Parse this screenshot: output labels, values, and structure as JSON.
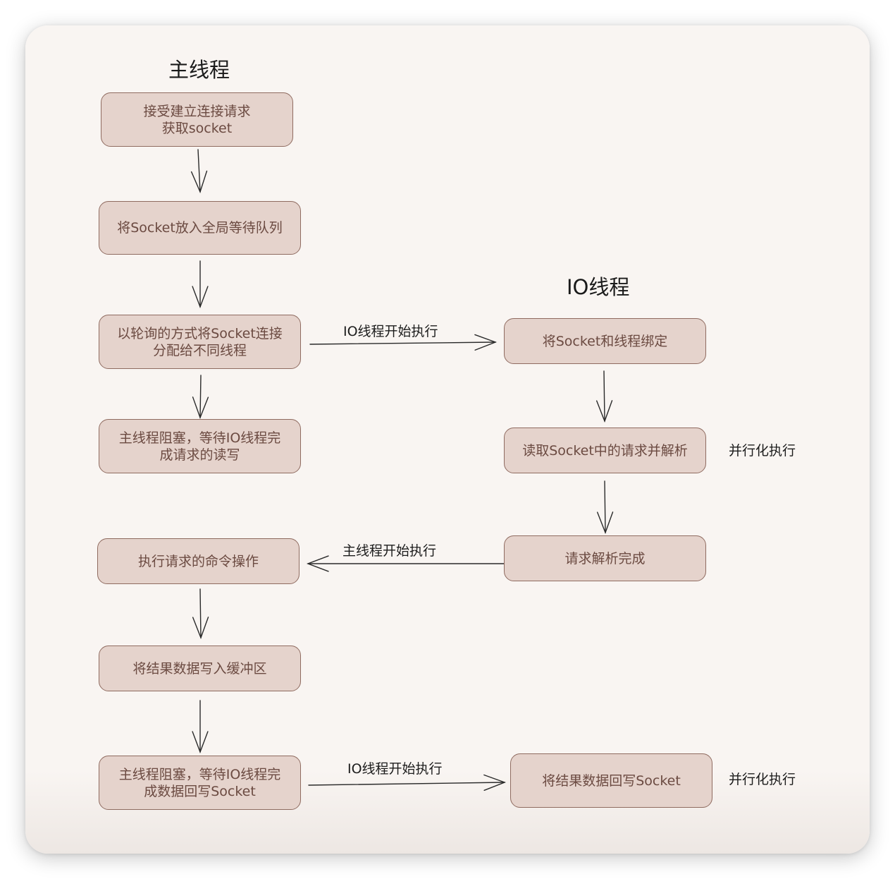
{
  "diagram": {
    "lanes": {
      "main_title": "主线程",
      "io_title": "IO线程"
    },
    "nodes": [
      {
        "id": "accept",
        "text": "接受建立连接请求\n获取socket"
      },
      {
        "id": "enqueue",
        "text": "将Socket放入全局等待队列"
      },
      {
        "id": "distribute",
        "text": "以轮询的方式将Socket连接\n分配给不同线程"
      },
      {
        "id": "wait-read",
        "text": "主线程阻塞，等待IO线程完\n成请求的读写"
      },
      {
        "id": "execute",
        "text": "执行请求的命令操作"
      },
      {
        "id": "write-buffer",
        "text": "将结果数据写入缓冲区"
      },
      {
        "id": "wait-write",
        "text": "主线程阻塞，等待IO线程完\n成数据回写Socket"
      },
      {
        "id": "bind",
        "text": "将Socket和线程绑定"
      },
      {
        "id": "read-parse",
        "text": "读取Socket中的请求并解析"
      },
      {
        "id": "parse-done",
        "text": "请求解析完成"
      },
      {
        "id": "write-back",
        "text": "将结果数据回写Socket"
      }
    ],
    "edges": [
      {
        "from": "accept",
        "to": "enqueue",
        "label": ""
      },
      {
        "from": "enqueue",
        "to": "distribute",
        "label": ""
      },
      {
        "from": "distribute",
        "to": "wait-read",
        "label": ""
      },
      {
        "from": "distribute",
        "to": "bind",
        "label": "IO线程开始执行"
      },
      {
        "from": "bind",
        "to": "read-parse",
        "label": ""
      },
      {
        "from": "read-parse",
        "to": "parse-done",
        "label": ""
      },
      {
        "from": "parse-done",
        "to": "execute",
        "label": "主线程开始执行"
      },
      {
        "from": "execute",
        "to": "write-buffer",
        "label": ""
      },
      {
        "from": "write-buffer",
        "to": "wait-write",
        "label": ""
      },
      {
        "from": "wait-write",
        "to": "write-back",
        "label": "IO线程开始执行"
      }
    ],
    "annotations": [
      {
        "id": "parallel-read",
        "text": "并行化执行"
      },
      {
        "id": "parallel-write",
        "text": "并行化执行"
      }
    ]
  }
}
